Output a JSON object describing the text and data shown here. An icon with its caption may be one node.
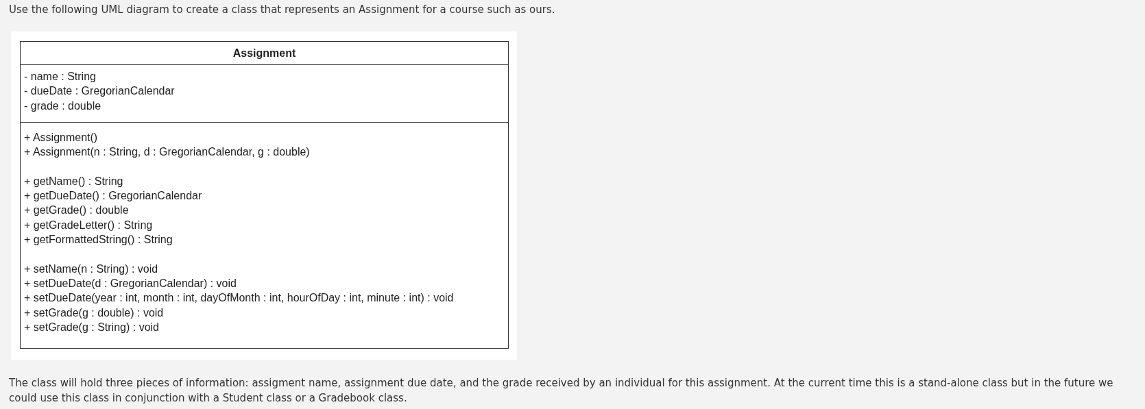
{
  "diagram": {
    "title": "Use the following UML diagram to create a class that represents an Assignment for a course such as ours.",
    "caption": "The class will hold three pieces of information: assigment name, assignment due date, and the grade received by an individual for this assignment. At the current time this is a stand-alone class but in the future we could use this class in conjunction with a Student class or a Gradebook class.",
    "nodes": [
      {
        "text": [
          "Assignment"
        ]
      },
      {
        "text": [
          "- name : String",
          "- dueDate : GregorianCalendar",
          "- grade : double"
        ],
        "in": 0
      },
      {
        "text": [
          "+ Assignment()",
          "+ Assignment(n : String, d : GregorianCalendar, g : double)",
          "+ getName() : String",
          "+ getDueDate() : GregorianCalendar",
          "+ getGrade() : double",
          "+ getGradeLetter() : String",
          "+ getFormattedString() : String",
          "+ setName(n : String) : void",
          "+ setDueDate(d : GregorianCalendar) : void",
          "+ setDueDate(year : int, month : int, dayOfMonth : int, hourOfDay : int, minute : int) : void",
          "+ setGrade(g : double) : void",
          "+ setGrade(g : String) : void"
        ],
        "in": 0
      }
    ]
  }
}
